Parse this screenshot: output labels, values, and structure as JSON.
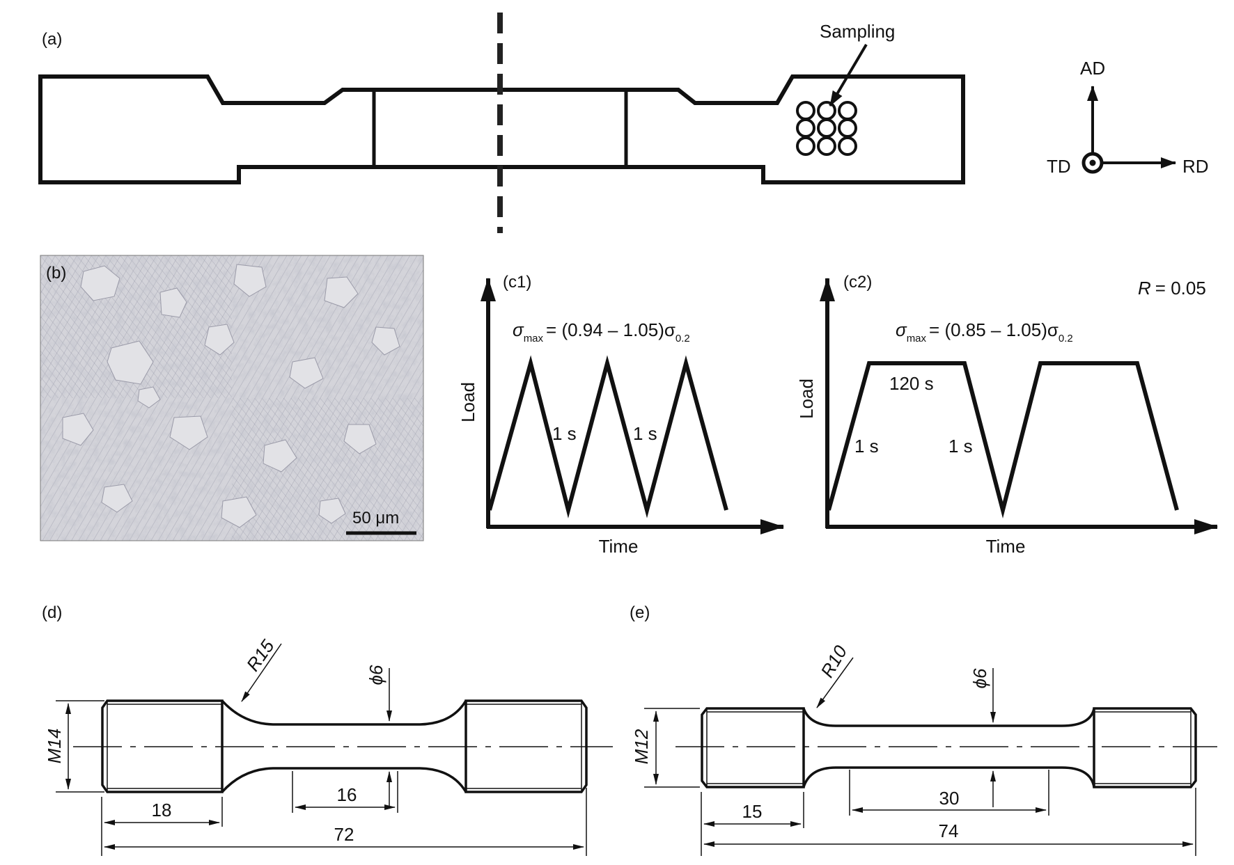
{
  "panel_a": {
    "label": "(a)",
    "sampling_label": "Sampling",
    "axes": {
      "up": "AD",
      "right": "RD",
      "out": "TD"
    }
  },
  "panel_b": {
    "label": "(b)",
    "scale_bar": "50 μm"
  },
  "panel_c1": {
    "label": "(c1)",
    "formula_left": "σ",
    "formula_sub1": "max",
    "formula_mid": "= (0.94 – 1.05)σ",
    "formula_sub2": "0.2",
    "ylabel": "Load",
    "xlabel": "Time",
    "annot1": "1 s",
    "annot2": "1 s"
  },
  "panel_c2": {
    "label": "(c2)",
    "ratio_label": "R",
    "ratio_value": "= 0.05",
    "formula_left": "σ",
    "formula_sub1": "max",
    "formula_mid": "= (0.85 – 1.05)σ",
    "formula_sub2": "0.2",
    "ylabel": "Load",
    "xlabel": "Time",
    "hold": "120 s",
    "annot1": "1 s",
    "annot2": "1 s"
  },
  "panel_d": {
    "label": "(d)",
    "radius": "R15",
    "diameter": "ϕ6",
    "thread": "M14",
    "dim_grip": "18",
    "dim_gauge": "16",
    "dim_total": "72"
  },
  "panel_e": {
    "label": "(e)",
    "radius": "R10",
    "diameter": "ϕ6",
    "thread": "M12",
    "dim_grip": "15",
    "dim_gauge": "30",
    "dim_total": "74"
  }
}
